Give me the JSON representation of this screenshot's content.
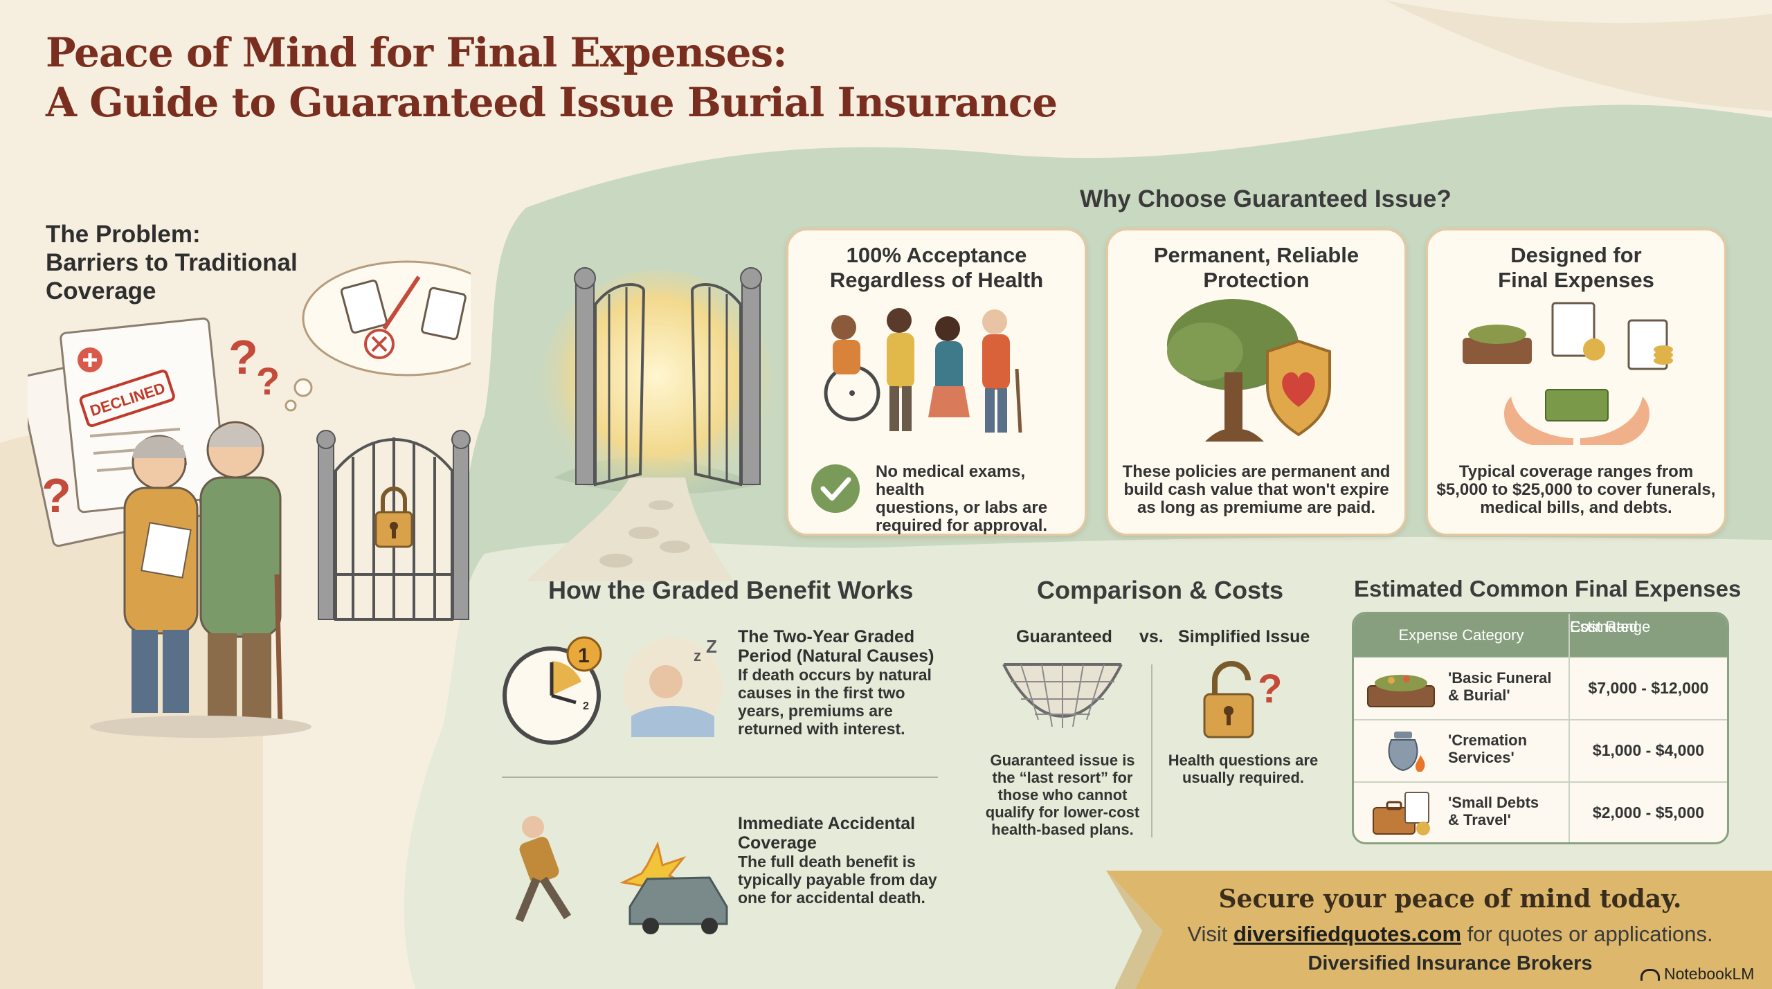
{
  "title": {
    "line1": "Peace of Mind for Final Expenses:",
    "line2": "A Guide to Guaranteed Issue Burial Insurance"
  },
  "problem": {
    "line1": "The Problem:",
    "line2": "Barriers to Traditional",
    "line3": "Coverage",
    "stamp": "DECLINED"
  },
  "why": {
    "title": "Why Choose Guaranteed Issue?",
    "cards": [
      {
        "h1": "100% Acceptance",
        "h2": "Regardless of Health",
        "t1": "No medical exams, health",
        "t2": "questions, or labs are",
        "t3": "required for approval."
      },
      {
        "h1": "Permanent, Reliable",
        "h2": "Protection",
        "t1": "These policies are permanent and",
        "t2": "build cash value that won't expire",
        "t3": "as long as premiume are paid."
      },
      {
        "h1": "Designed for",
        "h2": "Final Expenses",
        "t1": "Typical coverage ranges from",
        "t2": "$5,000 to $25,000 to cover funerals,",
        "t3": "medical bills, and debts."
      }
    ]
  },
  "graded": {
    "title": "How the Graded Benefit Works",
    "item1": {
      "h1": "The Two-Year Graded",
      "h2": "Period (Natural Causes)",
      "t1": "If death occurs by natural",
      "t2": "causes in the first two",
      "t3": "years, premiums are",
      "t4": "returned with interest."
    },
    "item2": {
      "h1": "Immediate Accidental",
      "h2": "Coverage",
      "t1": "The full death benefit is",
      "t2": "typically payable from day",
      "t3": "one for accidental death."
    }
  },
  "comparison": {
    "title": "Comparison & Costs",
    "left_label": "Guaranteed",
    "vs": "vs.",
    "right_label": "Simplified Issue",
    "left_t1": "Guaranteed issue is",
    "left_t2": "the “last resort” for",
    "left_t3": "those who cannot",
    "left_t4": "qualify for lower-cost",
    "left_t5": "health-based plans.",
    "right_t1": "Health questions are",
    "right_t2": "usually required."
  },
  "expenses": {
    "title": "Estimated Common Final Expenses",
    "col1": "Expense Category",
    "col2_l1": "Estimated",
    "col2_l2": "Cost Range",
    "rows": [
      {
        "c1": "'Basic Funeral",
        "c2": "& Burial'",
        "cost": "$7,000 - $12,000"
      },
      {
        "c1": "'Cremation",
        "c2": "Services'",
        "cost": "$1,000 - $4,000"
      },
      {
        "c1": "'Small Debts",
        "c2": "& Travel'",
        "cost": "$2,000 - $5,000"
      }
    ]
  },
  "cta": {
    "line1": "Secure your peace of mind today.",
    "visit": "Visit",
    "link": "diversifiedquotes.com",
    "after": "for quotes or applications.",
    "company": "Diversified Insurance Brokers"
  },
  "brand": "NotebookLM",
  "colors": {
    "title": "#7a2e1f",
    "sage": "#c9d8c1",
    "cream": "#f6efdf",
    "gold": "#d9b56a",
    "table_header": "#879e7f"
  }
}
